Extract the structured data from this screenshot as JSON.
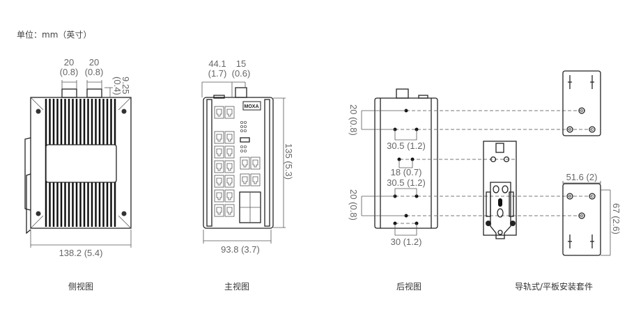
{
  "unit_label": "单位：mm（英寸）",
  "side_view": {
    "caption": "侧视图",
    "dim_terminal_1": [
      "20",
      "(0.8)"
    ],
    "dim_terminal_2": [
      "20",
      "(0.8)"
    ],
    "dim_terminal_height": [
      "9.25",
      "(0.4)"
    ],
    "dim_depth": "138.2 (5.4)"
  },
  "front_view": {
    "caption": "主视图",
    "dim_left": [
      "44.1",
      "(1.7)"
    ],
    "dim_connector": [
      "15",
      "(0.6)"
    ],
    "dim_height": "135 (5.3)",
    "dim_width": "93.8 (3.7)",
    "logo": "MOXA"
  },
  "rear_view": {
    "caption": "后视图",
    "dim_top_spacing": "20 (0.8)",
    "dim_hole_1": "30.5 (1.2)",
    "dim_hole_2": "18 (0.7)",
    "dim_hole_3": "30.5 (1.2)",
    "dim_bottom_spacing": "20 (0.8)",
    "dim_hole_4": "30 (1.2)"
  },
  "mount_kit": {
    "caption": "导轨式/平板安装套件",
    "dim_plate_width": "51.6 (2)",
    "dim_plate_height": "67 (2.6)"
  }
}
